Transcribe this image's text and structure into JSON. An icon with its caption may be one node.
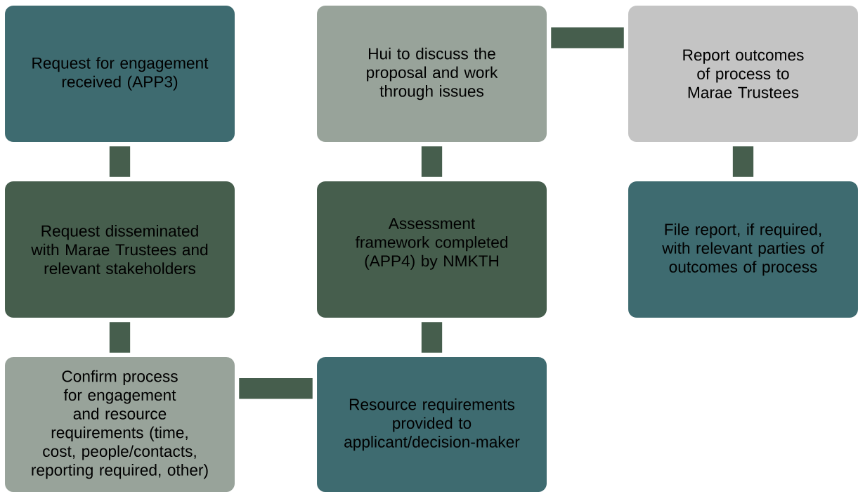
{
  "diagram": {
    "nodes": [
      {
        "text": [
          "Request for engagement received (APP3)"
        ]
      },
      {
        "text": [
          "Request disseminated with Marae Trustees and relevant stakeholders"
        ]
      },
      {
        "text": [
          "Confirm process for engagement and resource requirements (time, cost, people/contacts, reporting required, other)"
        ]
      },
      {
        "text": [
          "Resource requirements provided to applicant/decision-maker"
        ]
      },
      {
        "text": [
          "Assessment framework completed (APP4) by NMKTH"
        ]
      },
      {
        "text": [
          "Hui to discuss the proposal and work through issues"
        ]
      },
      {
        "text": [
          "Report outcomes of process to Marae Trustees"
        ]
      },
      {
        "text": [
          "File report, if required, with relevant parties of outcomes of process"
        ]
      }
    ],
    "edges": [
      {
        "from": 0,
        "to": 1,
        "arrow": "none"
      },
      {
        "from": 1,
        "to": 2,
        "arrow": "none"
      },
      {
        "from": 2,
        "to": 3,
        "arrow": "none"
      },
      {
        "from": 3,
        "to": 4,
        "arrow": "none"
      },
      {
        "from": 4,
        "to": 5,
        "arrow": "none"
      },
      {
        "from": 5,
        "to": 6,
        "arrow": "none"
      },
      {
        "from": 6,
        "to": 7,
        "arrow": "none"
      }
    ]
  }
}
